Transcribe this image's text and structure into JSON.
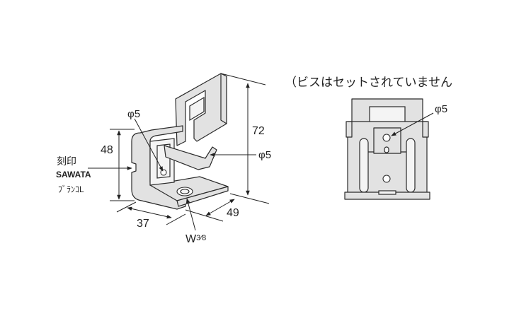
{
  "note": "（ビスはセットされていません",
  "perspective_view": {
    "hole_top_label": "φ5",
    "hole_side_label": "φ5",
    "height_label": "48",
    "total_height_label": "72",
    "width_label": "37",
    "depth_label": "49",
    "bolt_label_main": "W",
    "bolt_label_frac": "3⁄8",
    "stamp_label": "刻印",
    "stamp_text_1": "SAWATA",
    "stamp_text_2": "ﾌﾞﾗﾝｺL"
  },
  "front_view": {
    "hole_label": "φ5"
  }
}
